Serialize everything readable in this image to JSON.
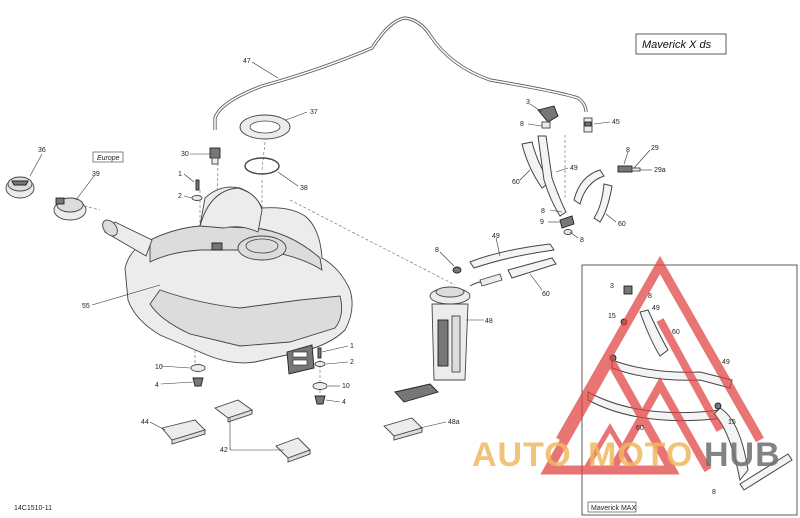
{
  "title": "Maverick X ds",
  "drawing_code": "14C1510-11",
  "region_note": "Europe",
  "inset_title": "Maverick MAX",
  "watermark": {
    "text_a": "AUTO",
    "text_b": "MOTO",
    "text_c": "HUB"
  },
  "callouts": {
    "c36": "36",
    "c39": "39",
    "c30": "30",
    "c47": "47",
    "c37": "37",
    "c38": "38",
    "c1a": "1",
    "c2a": "2",
    "c55": "55",
    "c10a": "10",
    "c4a": "4",
    "c1b": "1",
    "c2b": "2",
    "c10b": "10",
    "c4b": "4",
    "c44": "44",
    "c42": "42",
    "c48": "48",
    "c48a": "48a",
    "c3": "3",
    "c8a": "8",
    "c45": "45",
    "c60a": "60",
    "c49a": "49",
    "c29": "29",
    "c8b": "8",
    "c29a": "29a",
    "c8c": "8",
    "c9": "9",
    "c60b": "60",
    "c8d": "8",
    "c49b": "49",
    "c60c": "60",
    "c8e": "8",
    "i3": "3",
    "i8a": "8",
    "i49a": "49",
    "i15": "15",
    "i60a": "60",
    "i49b": "49",
    "i60b": "60",
    "i15b": "15",
    "i8b": "8"
  },
  "colors": {
    "watermark_red": "#e04040",
    "watermark_orange": "#f0b860",
    "watermark_grey": "#6e6e6e"
  }
}
